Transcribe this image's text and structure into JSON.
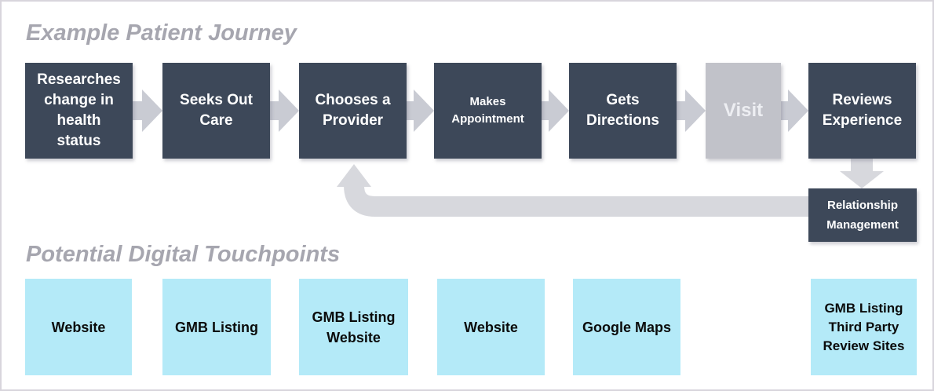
{
  "journey": {
    "title": "Example Patient Journey",
    "steps": [
      {
        "label": "Researches\nchange in\nhealth\nstatus"
      },
      {
        "label": "Seeks Out\nCare"
      },
      {
        "label": "Chooses a\nProvider"
      },
      {
        "label": "Makes\nAppointment"
      },
      {
        "label": "Gets\nDirections"
      },
      {
        "label": "Visit"
      },
      {
        "label": "Reviews\nExperience"
      }
    ],
    "feedback": {
      "label": "Relationship\nManagement"
    }
  },
  "touchpoints": {
    "title": "Potential Digital Touchpoints",
    "boxes": [
      {
        "label": "Website"
      },
      {
        "label": "GMB Listing"
      },
      {
        "label": "GMB Listing\nWebsite"
      },
      {
        "label": "Website"
      },
      {
        "label": "Google Maps"
      },
      {
        "label": "GMB Listing\nThird Party\nReview Sites"
      }
    ]
  },
  "colors": {
    "step_box": "#3d4859",
    "visit_box": "#c1c2c9",
    "touchpoint_box": "#b4eaf8",
    "flow_arrow": "#c9cbd3",
    "loop_arrow": "#d7d8dd",
    "title_text": "#a6a6af",
    "step_text": "#ffffff",
    "touchpoint_text": "#0b0b0b"
  }
}
